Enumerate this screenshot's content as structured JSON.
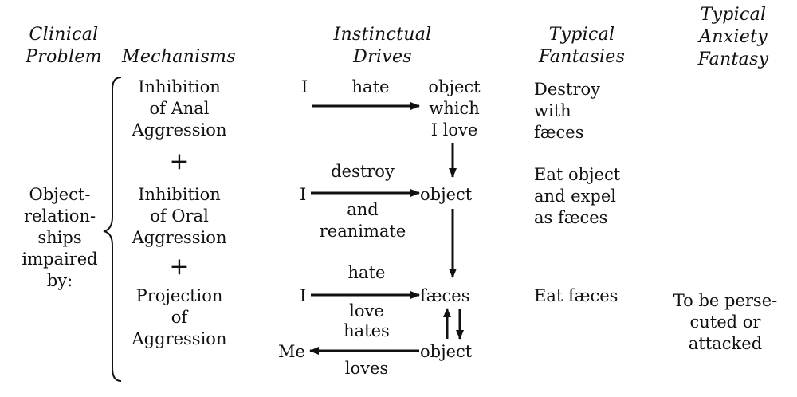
{
  "headers": {
    "clinical_problem": [
      "Clinical",
      "Problem"
    ],
    "mechanisms": "Mechanisms",
    "instinctual_drives": [
      "Instinctual",
      "Drives"
    ],
    "typical_fantasies": [
      "Typical",
      "Fantasies"
    ],
    "typical_anxiety_fantasy": [
      "Typical",
      "Anxiety",
      "Fantasy"
    ]
  },
  "clinical_problem": [
    "Object-",
    "relation-",
    "ships",
    "impaired",
    "by:"
  ],
  "mechanisms": {
    "m1": [
      "Inhibition",
      "of Anal",
      "Aggression"
    ],
    "plus1": "+",
    "m2": [
      "Inhibition",
      "of Oral",
      "Aggression"
    ],
    "plus2": "+",
    "m3": [
      "Projection",
      "of",
      "Aggression"
    ]
  },
  "drives": {
    "r1": {
      "subject": "I",
      "verb": "hate",
      "object": [
        "object",
        "which",
        "I love"
      ]
    },
    "r2": {
      "subject": "I",
      "verb_top": "destroy",
      "verb_bottom": [
        "and",
        "reanimate"
      ],
      "object": "object"
    },
    "r3": {
      "subject": "I",
      "verb_top": "hate",
      "verb_bottom": "love",
      "object": "fæces"
    },
    "r4": {
      "subject": "Me",
      "verb_top": "hates",
      "verb_bottom": "loves",
      "object": "object"
    }
  },
  "fantasies": {
    "f1": [
      "Destroy",
      "with",
      "fæces"
    ],
    "f2": [
      "Eat object",
      "and expel",
      "as fæces"
    ],
    "f3": "Eat fæces"
  },
  "anxiety_fantasy": [
    "To be perse-",
    "cuted or",
    "attacked"
  ]
}
